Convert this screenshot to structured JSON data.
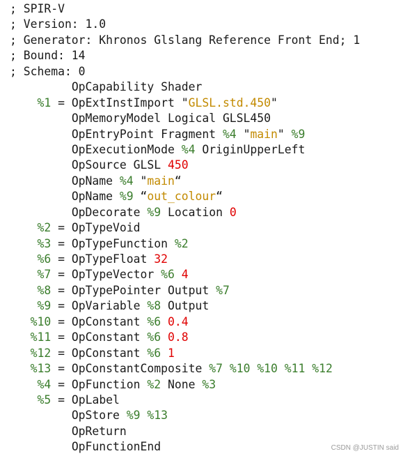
{
  "colors": {
    "default_text": "#1a1a1a",
    "result_id": "#3a7d2c",
    "number_literal": "#e00000",
    "string_literal": "#c28a00",
    "background": "#ffffff"
  },
  "header_comments": [
    "; SPIR-V",
    "; Version: 1.0",
    "; Generator: Khronos Glslang Reference Front End; 1",
    "; Bound: 14",
    "; Schema: 0"
  ],
  "instructions": [
    {
      "result": "",
      "op": "OpCapability",
      "operands": [
        {
          "t": "plain",
          "v": "Shader"
        }
      ]
    },
    {
      "result": "%1",
      "op": "OpExtInstImport",
      "operands": [
        {
          "t": "quote",
          "v": "\""
        },
        {
          "t": "str",
          "v": "GLSL.std.450"
        },
        {
          "t": "quote",
          "v": "\""
        }
      ]
    },
    {
      "result": "",
      "op": "OpMemoryModel",
      "operands": [
        {
          "t": "plain",
          "v": "Logical"
        },
        {
          "t": "plain",
          "v": "GLSL450"
        }
      ]
    },
    {
      "result": "",
      "op": "OpEntryPoint",
      "operands": [
        {
          "t": "plain",
          "v": "Fragment"
        },
        {
          "t": "id",
          "v": "%4"
        },
        {
          "t": "quote",
          "v": "\""
        },
        {
          "t": "str",
          "v": "main"
        },
        {
          "t": "quote",
          "v": "\""
        },
        {
          "t": "id",
          "v": "%9"
        }
      ]
    },
    {
      "result": "",
      "op": "OpExecutionMode",
      "operands": [
        {
          "t": "id",
          "v": "%4"
        },
        {
          "t": "plain",
          "v": "OriginUpperLeft"
        }
      ]
    },
    {
      "result": "",
      "op": "OpSource",
      "operands": [
        {
          "t": "plain",
          "v": "GLSL"
        },
        {
          "t": "num",
          "v": "450"
        }
      ]
    },
    {
      "result": "",
      "op": "OpName",
      "operands": [
        {
          "t": "id",
          "v": "%4"
        },
        {
          "t": "quote",
          "v": "\""
        },
        {
          "t": "str",
          "v": "main"
        },
        {
          "t": "quote",
          "v": "“"
        }
      ]
    },
    {
      "result": "",
      "op": "OpName",
      "operands": [
        {
          "t": "id",
          "v": "%9"
        },
        {
          "t": "quote",
          "v": "“"
        },
        {
          "t": "str",
          "v": "out_colour"
        },
        {
          "t": "quote",
          "v": "“"
        }
      ]
    },
    {
      "result": "",
      "op": "OpDecorate",
      "operands": [
        {
          "t": "id",
          "v": "%9"
        },
        {
          "t": "plain",
          "v": "Location"
        },
        {
          "t": "num",
          "v": "0"
        }
      ]
    },
    {
      "result": "%2",
      "op": "OpTypeVoid",
      "operands": []
    },
    {
      "result": "%3",
      "op": "OpTypeFunction",
      "operands": [
        {
          "t": "id",
          "v": "%2"
        }
      ]
    },
    {
      "result": "%6",
      "op": "OpTypeFloat",
      "operands": [
        {
          "t": "num",
          "v": "32"
        }
      ]
    },
    {
      "result": "%7",
      "op": "OpTypeVector",
      "operands": [
        {
          "t": "id",
          "v": "%6"
        },
        {
          "t": "num",
          "v": "4"
        }
      ]
    },
    {
      "result": "%8",
      "op": "OpTypePointer",
      "operands": [
        {
          "t": "plain",
          "v": "Output"
        },
        {
          "t": "id",
          "v": "%7"
        }
      ]
    },
    {
      "result": "%9",
      "op": "OpVariable",
      "operands": [
        {
          "t": "id",
          "v": "%8"
        },
        {
          "t": "plain",
          "v": "Output"
        }
      ]
    },
    {
      "result": "%10",
      "op": "OpConstant",
      "operands": [
        {
          "t": "id",
          "v": "%6"
        },
        {
          "t": "num",
          "v": "0.4"
        }
      ]
    },
    {
      "result": "%11",
      "op": "OpConstant",
      "operands": [
        {
          "t": "id",
          "v": "%6"
        },
        {
          "t": "num",
          "v": "0.8"
        }
      ]
    },
    {
      "result": "%12",
      "op": "OpConstant",
      "operands": [
        {
          "t": "id",
          "v": "%6"
        },
        {
          "t": "num",
          "v": "1"
        }
      ]
    },
    {
      "result": "%13",
      "op": "OpConstantComposite",
      "operands": [
        {
          "t": "id",
          "v": "%7"
        },
        {
          "t": "id",
          "v": "%10"
        },
        {
          "t": "id",
          "v": "%10"
        },
        {
          "t": "id",
          "v": "%11"
        },
        {
          "t": "id",
          "v": "%12"
        }
      ]
    },
    {
      "result": "%4",
      "op": "OpFunction",
      "operands": [
        {
          "t": "id",
          "v": "%2"
        },
        {
          "t": "plain",
          "v": "None"
        },
        {
          "t": "id",
          "v": "%3"
        }
      ]
    },
    {
      "result": "%5",
      "op": "OpLabel",
      "operands": []
    },
    {
      "result": "",
      "op": "OpStore",
      "operands": [
        {
          "t": "id",
          "v": "%9"
        },
        {
          "t": "id",
          "v": "%13"
        }
      ]
    },
    {
      "result": "",
      "op": "OpReturn",
      "operands": []
    },
    {
      "result": "",
      "op": "OpFunctionEnd",
      "operands": []
    }
  ],
  "watermark": "CSDN @JUSTIN said"
}
